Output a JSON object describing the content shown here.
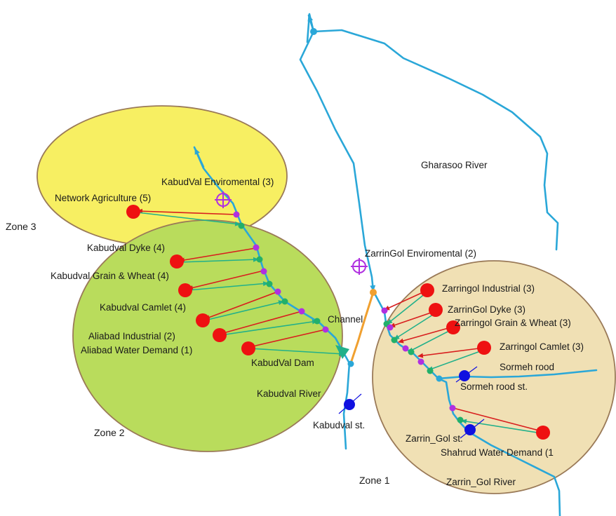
{
  "title": "",
  "zones": {
    "zone1": "Zone 1",
    "zone2": "Zone 2",
    "zone3": "Zone 3"
  },
  "rivers": {
    "gharasoo": "Gharasoo River",
    "kabudval": "Kabudval River",
    "zarrin_gol": "Zarrin_Gol River",
    "sormeh": "Sormeh rood"
  },
  "nodes": {
    "network_agriculture": "Network Agriculture (5)",
    "kabudval_environmental": "KabudVal Enviromental (3)",
    "kabudval_dyke": "Kabudval Dyke (4)",
    "kabudval_grain_wheat": "Kabudval Grain & Wheat (4)",
    "kabudval_camlet": "Kabudval Camlet (4)",
    "aliabad_industrial": "Aliabad Industrial (2)",
    "aliabad_water_demand": "Aliabad Water Demand (1)",
    "kabudval_dam": "KabudVal Dam",
    "channel": "Channel",
    "zarringol_environmental": "ZarrinGol Enviromental (2)",
    "zarringol_industrial": "Zarringol Industrial (3)",
    "zarringol_dyke": "ZarrinGol Dyke (3)",
    "zarringol_grain_wheat": "Zarringol Grain & Wheat (3)",
    "zarringol_camlet": "Zarringol Camlet (3)",
    "sormeh_rood_station": "Sormeh rood st.",
    "kabudval_station": "Kabudval st.",
    "zarrin_gol_station": "Zarrin_Gol st.",
    "shahrud_water_demand": "Shahrud Water Demand (1"
  },
  "colors": {
    "zone3_fill": "#f7ef62",
    "zone2_fill": "#b9dc5c",
    "zone1_fill": "#f0e0b4",
    "zone_border": "#9a7a58",
    "river": "#2aa7d8",
    "demand_node": "#ee1111",
    "gauge_station": "#1010e0",
    "river_node_purple": "#b030e0",
    "river_node_green": "#22b06a",
    "flow_out": "#d81e1e",
    "return_flow": "#21b08a",
    "channel": "#f0a030"
  }
}
